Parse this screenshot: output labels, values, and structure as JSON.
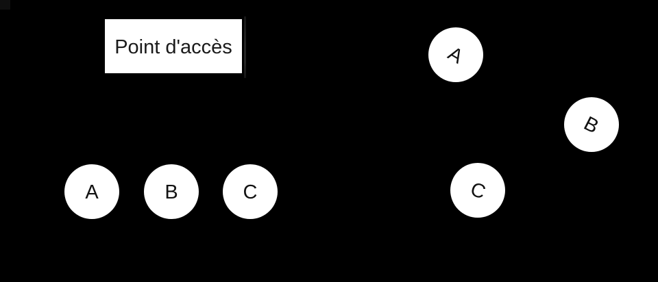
{
  "diagram": {
    "background_color": "#000000",
    "infrastructure": {
      "access_point_label": "Point d'accès",
      "stations": [
        {
          "label": "A"
        },
        {
          "label": "B"
        },
        {
          "label": "C"
        }
      ]
    },
    "ad_hoc": {
      "stations": [
        {
          "label": "A"
        },
        {
          "label": "B"
        },
        {
          "label": "C"
        }
      ]
    },
    "colors": {
      "background": "#000000",
      "box_fill": "#ffffff",
      "box_text": "#1a1a1a",
      "box_shadow_strip": "#232323",
      "node_fill": "#ffffff",
      "node_text": "#121212"
    }
  }
}
